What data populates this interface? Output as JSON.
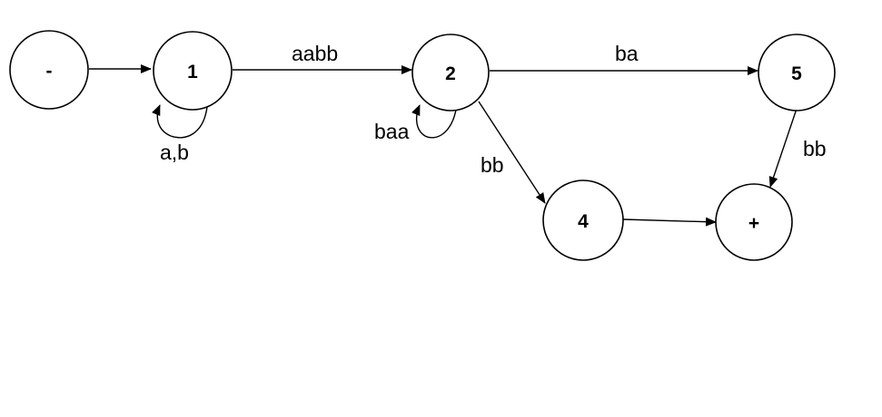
{
  "diagram": {
    "colors": {
      "stroke": "#000000",
      "background": "#ffffff"
    },
    "states": [
      {
        "id": "start",
        "label": "-"
      },
      {
        "id": "s1",
        "label": "1"
      },
      {
        "id": "s2",
        "label": "2"
      },
      {
        "id": "s5",
        "label": "5"
      },
      {
        "id": "s4",
        "label": "4"
      },
      {
        "id": "final",
        "label": "+"
      }
    ],
    "edges": [
      {
        "from": "-",
        "to": "1",
        "label": ""
      },
      {
        "from": "1",
        "to": "1",
        "label": "a,b"
      },
      {
        "from": "1",
        "to": "2",
        "label": "aabb"
      },
      {
        "from": "2",
        "to": "2",
        "label": "baa"
      },
      {
        "from": "2",
        "to": "5",
        "label": "ba"
      },
      {
        "from": "2",
        "to": "4",
        "label": "bb"
      },
      {
        "from": "5",
        "to": "+",
        "label": "bb"
      },
      {
        "from": "4",
        "to": "+",
        "label": ""
      }
    ]
  }
}
